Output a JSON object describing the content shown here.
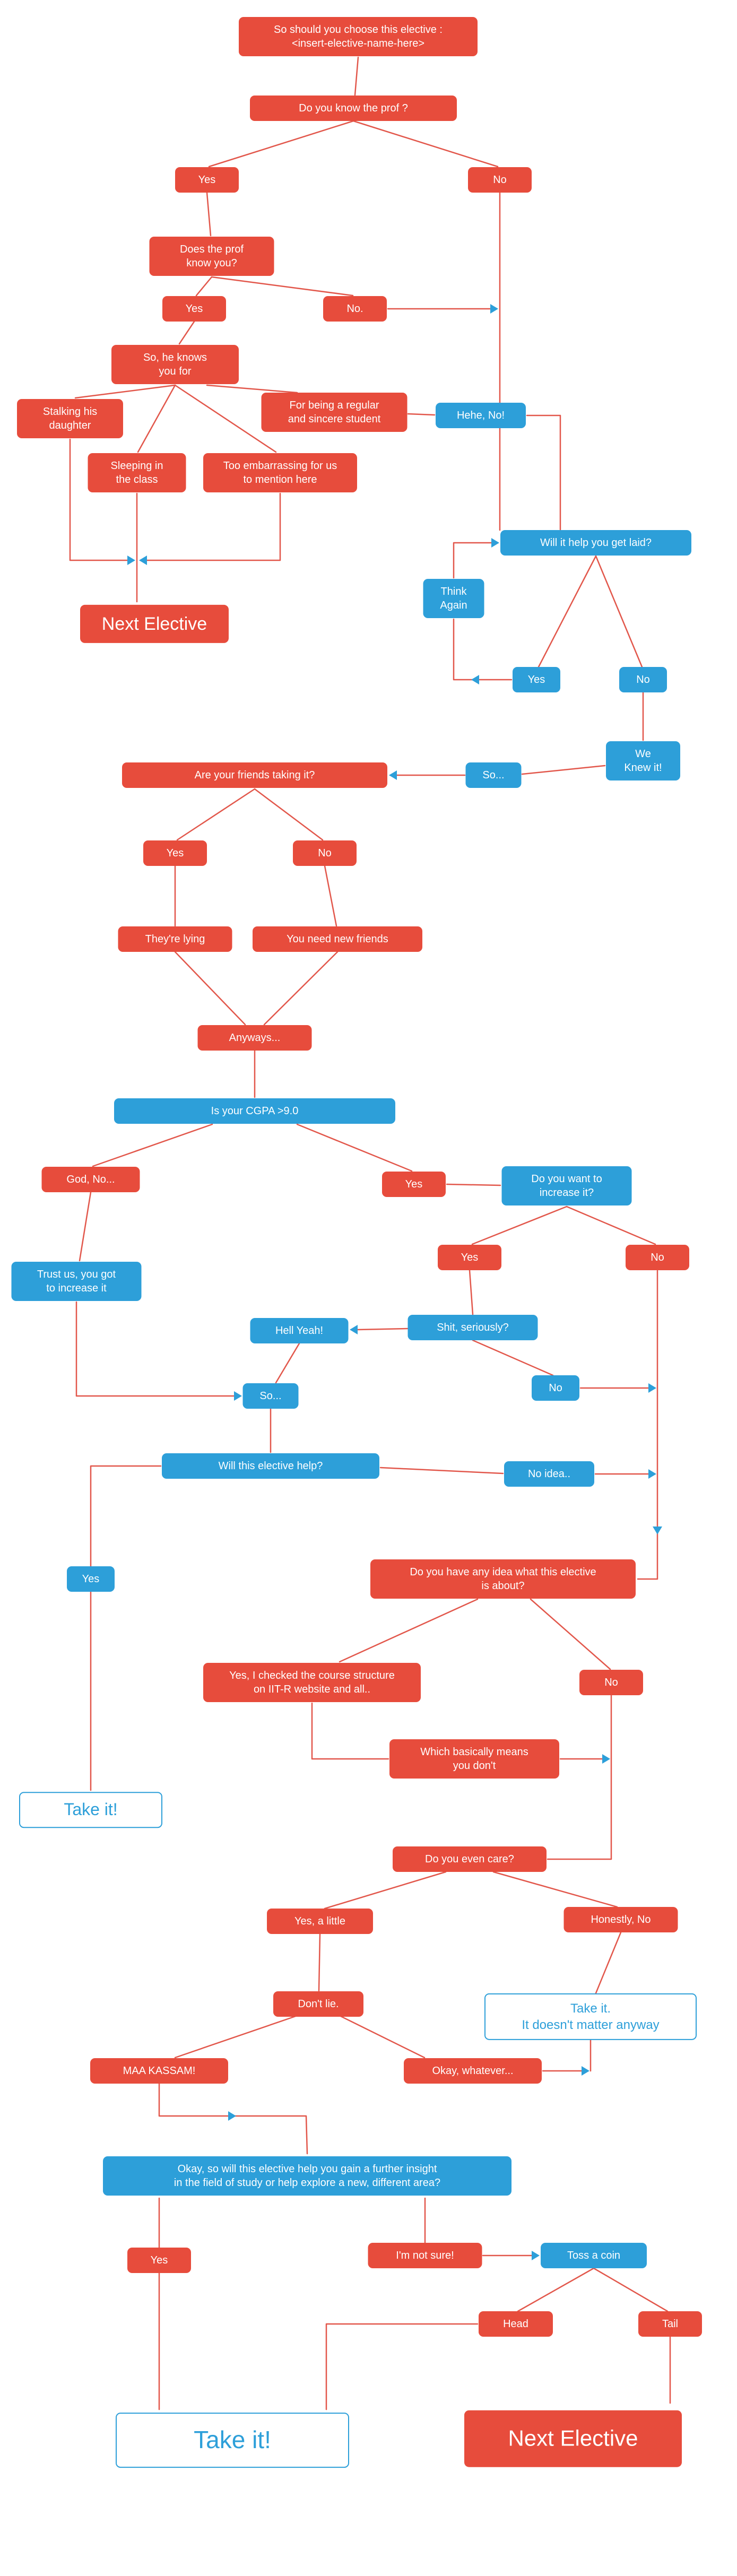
{
  "title": "Elective decision flowchart",
  "colors": {
    "red": "#e74c3c",
    "blue": "#2d9fd9",
    "edge_line": "#e2574b",
    "background": "#ffffff"
  },
  "nodes": {
    "start": {
      "label": "So should you choose this elective :\n<insert-elective-name-here>"
    },
    "know_prof": {
      "label": "Do you know the prof ?"
    },
    "yes_know": {
      "label": "Yes"
    },
    "no_know": {
      "label": "No"
    },
    "prof_know_you": {
      "label": "Does the prof\nknow you?"
    },
    "yes_prof": {
      "label": "Yes"
    },
    "no_prof": {
      "label": "No."
    },
    "knows_for": {
      "label": "So, he knows\nyou for"
    },
    "stalking": {
      "label": "Stalking his\ndaughter"
    },
    "sleeping": {
      "label": "Sleeping in\nthe class"
    },
    "embarrassing": {
      "label": "Too embarrassing for us\nto mention here"
    },
    "regular": {
      "label": "For being a regular\nand sincere student"
    },
    "hehe_no": {
      "label": "Hehe, No!"
    },
    "get_laid": {
      "label": "Will it help you get laid?"
    },
    "think_again": {
      "label": "Think\nAgain"
    },
    "next_elective_1": {
      "label": "Next Elective"
    },
    "yes_laid": {
      "label": "Yes"
    },
    "no_laid": {
      "label": "No"
    },
    "we_knew": {
      "label": "We\nKnew it!"
    },
    "so_1": {
      "label": "So..."
    },
    "friends_taking": {
      "label": "Are your friends taking it?"
    },
    "yes_friends": {
      "label": "Yes"
    },
    "no_friends": {
      "label": "No"
    },
    "lying": {
      "label": "They're lying"
    },
    "new_friends": {
      "label": "You need new friends"
    },
    "anyways": {
      "label": "Anyways..."
    },
    "cgpa": {
      "label": "Is your CGPA >9.0"
    },
    "god_no": {
      "label": "God, No..."
    },
    "yes_cgpa": {
      "label": "Yes"
    },
    "increase": {
      "label": "Do you want to\nincrease it?"
    },
    "trust_us": {
      "label": "Trust us, you got\nto increase it"
    },
    "yes_increase": {
      "label": "Yes"
    },
    "no_increase": {
      "label": "No"
    },
    "hell_yeah": {
      "label": "Hell Yeah!"
    },
    "seriously": {
      "label": "Shit, seriously?"
    },
    "no_seriously": {
      "label": "No"
    },
    "so_2": {
      "label": "So..."
    },
    "elective_help": {
      "label": "Will this elective help?"
    },
    "no_idea": {
      "label": "No idea.."
    },
    "yes_help": {
      "label": "Yes"
    },
    "any_idea": {
      "label": "Do you have any idea what this elective\nis about?"
    },
    "checked": {
      "label": "Yes, I checked the course structure\non IIT-R website and all.."
    },
    "no_about": {
      "label": "No"
    },
    "basically": {
      "label": "Which basically means\nyou don't"
    },
    "take_it_1": {
      "label": "Take it!"
    },
    "even_care": {
      "label": "Do you even care?"
    },
    "yes_little": {
      "label": "Yes, a little"
    },
    "honestly_no": {
      "label": "Honestly, No"
    },
    "dont_lie": {
      "label": "Don't lie."
    },
    "take_it_2": {
      "label": "Take it.\nIt doesn't matter anyway"
    },
    "maa_kassam": {
      "label": "MAA KASSAM!"
    },
    "okay_whatever": {
      "label": "Okay, whatever..."
    },
    "insight": {
      "label": "Okay, so will this elective help you gain a further insight\nin the field of study or help explore a new,  different area?"
    },
    "yes_insight": {
      "label": "Yes"
    },
    "not_sure": {
      "label": "I'm not sure!"
    },
    "toss": {
      "label": "Toss a coin"
    },
    "head": {
      "label": "Head"
    },
    "tail": {
      "label": "Tail"
    },
    "take_it_final": {
      "label": "Take it!"
    },
    "next_elective_final": {
      "label": "Next Elective"
    }
  }
}
